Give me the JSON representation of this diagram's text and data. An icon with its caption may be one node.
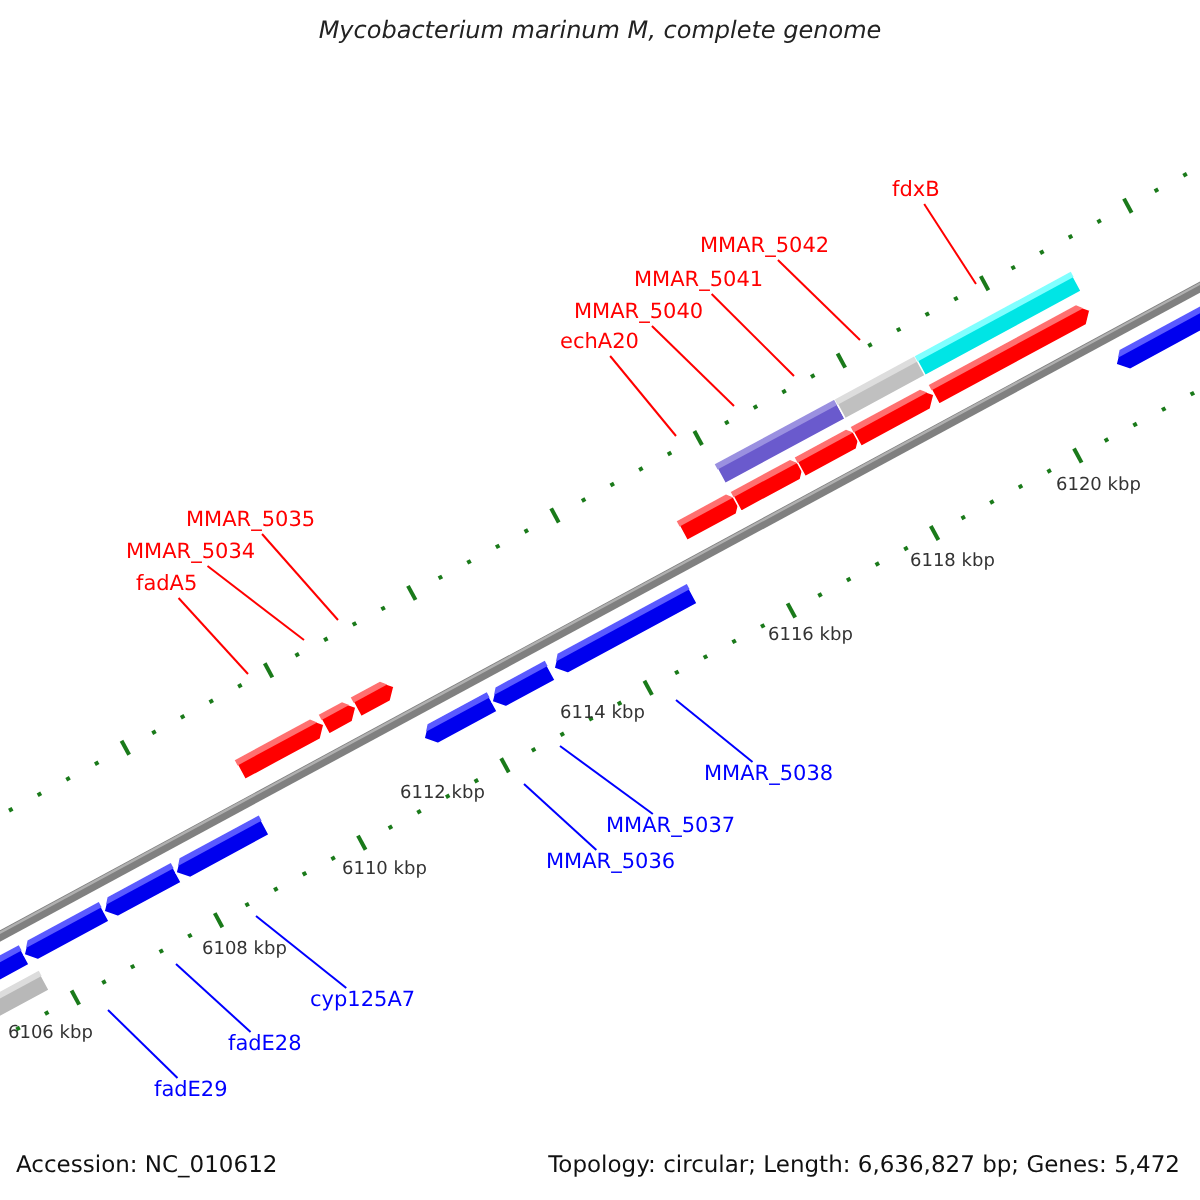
{
  "diagram": {
    "title": "Mycobacterium marinum M, complete genome",
    "nodes": [
      {
        "text": [
          "fdxB"
        ]
      },
      {
        "text": [
          "MMAR_5042"
        ]
      },
      {
        "text": [
          "MMAR_5041"
        ]
      },
      {
        "text": [
          "MMAR_5040"
        ]
      },
      {
        "text": [
          "echA20"
        ]
      },
      {
        "text": [
          "MMAR_5035"
        ]
      },
      {
        "text": [
          "MMAR_5034"
        ]
      },
      {
        "text": [
          "fadA5"
        ]
      },
      {
        "text": [
          "MMAR_5038"
        ]
      },
      {
        "text": [
          "MMAR_5037"
        ]
      },
      {
        "text": [
          "MMAR_5036"
        ]
      },
      {
        "text": [
          "cyp125A7"
        ]
      },
      {
        "text": [
          "fadE28"
        ]
      },
      {
        "text": [
          "fadE29"
        ]
      }
    ],
    "edges": [
      {
        "from": 0,
        "to": null,
        "arrow": "none"
      },
      {
        "from": 1,
        "to": null,
        "arrow": "none"
      },
      {
        "from": 2,
        "to": null,
        "arrow": "none"
      },
      {
        "from": 3,
        "to": null,
        "arrow": "none"
      },
      {
        "from": 4,
        "to": null,
        "arrow": "none"
      },
      {
        "from": 5,
        "to": null,
        "arrow": "none"
      },
      {
        "from": 6,
        "to": null,
        "arrow": "none"
      },
      {
        "from": 7,
        "to": null,
        "arrow": "none"
      },
      {
        "from": 8,
        "to": null,
        "arrow": "none",
        "color": "#0000ff"
      },
      {
        "from": 9,
        "to": null,
        "arrow": "none",
        "color": "#0000ff"
      },
      {
        "from": 10,
        "to": null,
        "arrow": "none",
        "color": "#0000ff"
      },
      {
        "from": 11,
        "to": null,
        "arrow": "none",
        "color": "#0000ff"
      },
      {
        "from": 12,
        "to": null,
        "arrow": "none",
        "color": "#0000ff"
      },
      {
        "from": 13,
        "to": null,
        "arrow": "none",
        "color": "#0000ff"
      }
    ],
    "labels": [
      "6120 kbp",
      "6118 kbp",
      "6116 kbp",
      "6114 kbp",
      "6112 kbp",
      "6110 kbp",
      "6108 kbp",
      "6106 kbp",
      "Accession: NC_010612",
      "Topology: circular; Length: 6,636,827 bp; Genes: 5,472"
    ]
  }
}
